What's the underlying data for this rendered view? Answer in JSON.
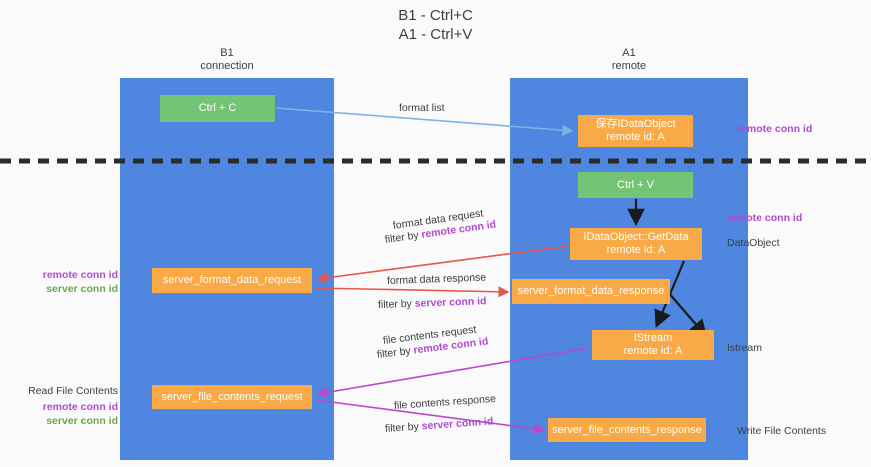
{
  "title": "B1 - Ctrl+C\nA1 - Ctrl+V",
  "lanes": {
    "b1": {
      "title": "B1\nconnection"
    },
    "a1": {
      "title": "A1\nremote"
    }
  },
  "nodes": {
    "ctrl_c": "Ctrl + C",
    "idataobject": "保存IDataObject\nremote id: A",
    "ctrl_v": "Ctrl + V",
    "getdata": "IDataObject::GetData\nremote id: A",
    "server_format_data_request": "server_format_data_request",
    "server_format_data_response": "server_format_data_response",
    "istream": "IStream\nremote id: A",
    "server_file_contents_request": "server_file_contents_request",
    "server_file_contents_response": "server_file_contents_response"
  },
  "edge_labels": {
    "format_list": "format list",
    "format_data_request": "format data request",
    "filter_by_prefix": "filter by ",
    "remote_conn_id": "remote conn id",
    "server_conn_id": "server conn id",
    "format_data_response": "format data response",
    "file_contents_request": "file contents request",
    "file_contents_response": "file contents response"
  },
  "right_notes": {
    "remote_conn_id_top": "remote conn id",
    "remote_conn_id_mid": "remote conn id",
    "dataobject": "DataObject",
    "istream": "Istream",
    "write_file_contents": "Write File Contents"
  },
  "left_notes": {
    "remote_conn_id_1": "remote conn id",
    "server_conn_id_1": "server conn id",
    "read_file_contents": "Read File Contents",
    "remote_conn_id_2": "remote conn id",
    "server_conn_id_2": "server conn id"
  },
  "colors": {
    "lane": "#4f86e0",
    "green_node": "#74c476",
    "orange_node": "#f9a946",
    "purple_text": "#b14ad1",
    "green_text": "#6aa84f",
    "blue_arrow": "#7eb3e8",
    "red_arrow": "#e8564a",
    "magenta_arrow": "#bb49c9",
    "black_arrow": "#1a1a1a",
    "divider": "#2b2b2b",
    "background": "#fafafa"
  }
}
